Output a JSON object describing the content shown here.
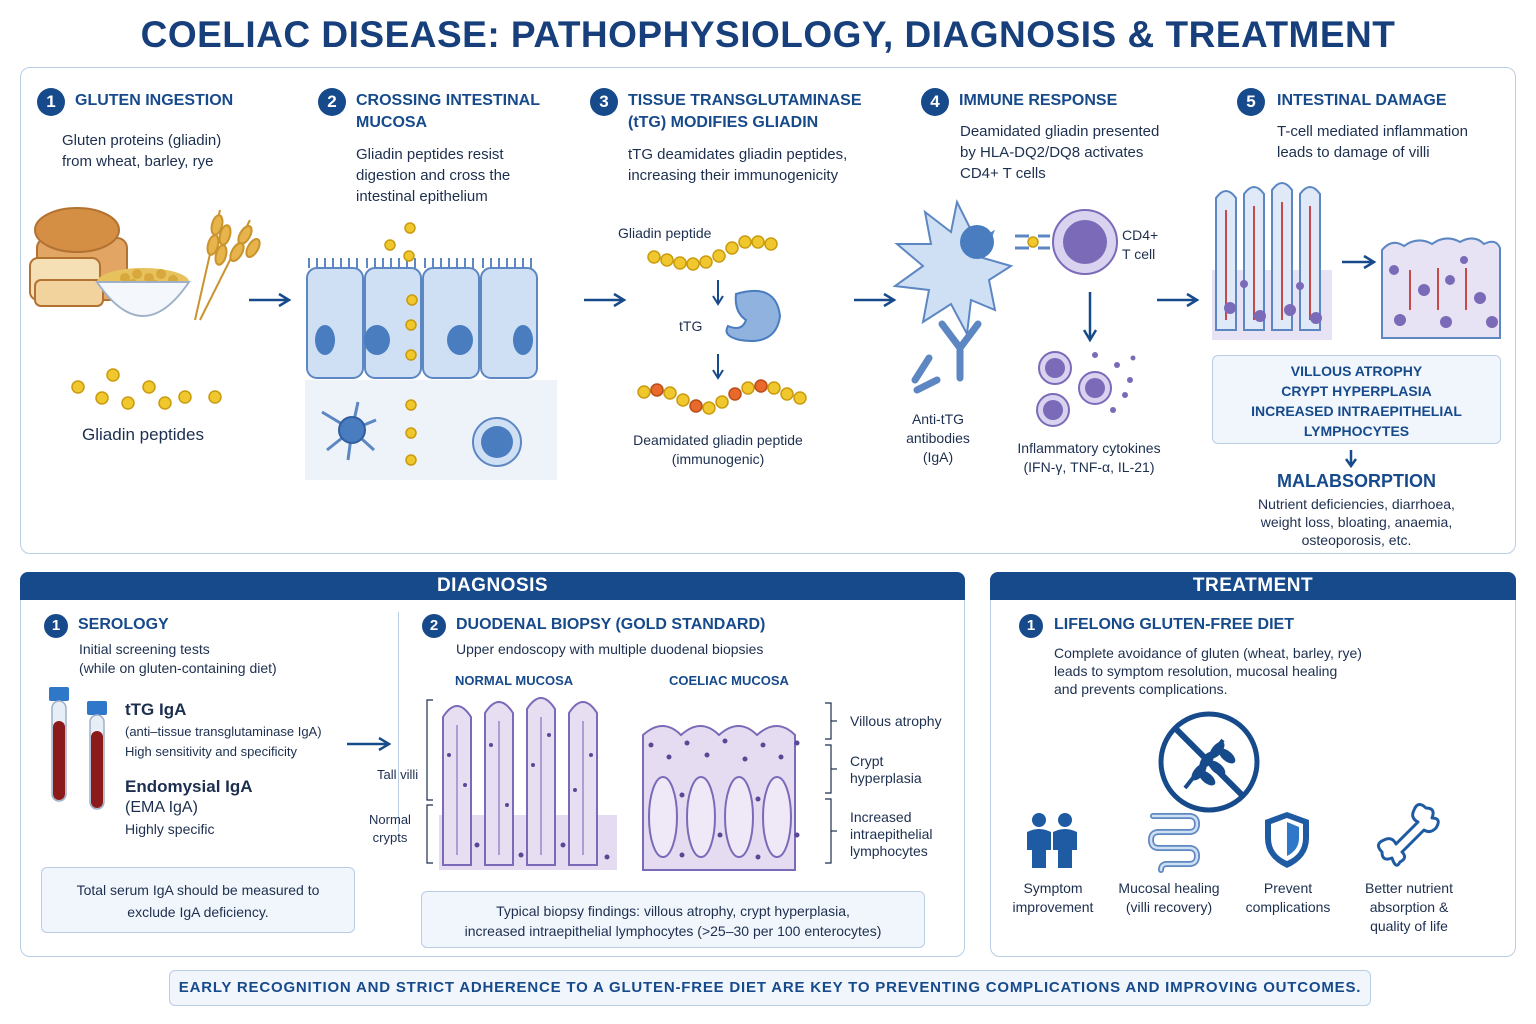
{
  "title": "COELIAC DISEASE: PATHOPHYSIOLOGY, DIAGNOSIS & TREATMENT",
  "colors": {
    "brand": "#174a8b",
    "border": "#b9cde4",
    "gold": "#e8b923",
    "cell": "#cfe0f5",
    "purple": "#7b6ab8",
    "blood": "#8b1a1a"
  },
  "steps": [
    {
      "num": "1",
      "title": "GLUTEN INGESTION",
      "desc_lines": [
        "Gluten proteins (gliadin)",
        "from wheat, barley, rye"
      ],
      "label": "Gliadin peptides"
    },
    {
      "num": "2",
      "title_lines": [
        "CROSSING INTESTINAL",
        "MUCOSA"
      ],
      "desc_lines": [
        "Gliadin peptides resist",
        "digestion and cross the",
        "intestinal epithelium"
      ]
    },
    {
      "num": "3",
      "title_lines": [
        "TISSUE TRANSGLUTAMINASE",
        "(tTG) MODIFIES GLIADIN"
      ],
      "desc_lines": [
        "tTG deamidates gliadin peptides,",
        "increasing their immunogenicity"
      ],
      "peptide_label": "Gliadin peptide",
      "ttg_label": "tTG",
      "out_lines": [
        "Deamidated gliadin peptide",
        "(immunogenic)"
      ]
    },
    {
      "num": "4",
      "title": "IMMUNE RESPONSE",
      "desc_lines": [
        "Deamidated gliadin presented",
        "by HLA-DQ2/DQ8 activates",
        "CD4+ T cells"
      ],
      "tcell_lines": [
        "CD4+",
        "T cell"
      ],
      "antibody_lines": [
        "Anti-tTG",
        "antibodies",
        "(IgA)"
      ],
      "cytokine_lines": [
        "Inflammatory cytokines",
        "(IFN-γ, TNF-α, IL-21)"
      ]
    },
    {
      "num": "5",
      "title": "INTESTINAL DAMAGE",
      "desc_lines": [
        "T-cell mediated inflammation",
        "leads to damage of villi"
      ],
      "findings_lines": [
        "VILLOUS ATROPHY",
        "CRYPT HYPERPLASIA",
        "INCREASED INTRAEPITHELIAL",
        "LYMPHOCYTES"
      ],
      "outcome_title": "MALABSORPTION",
      "outcome_lines": [
        "Nutrient deficiencies, diarrhoea,",
        "weight loss, bloating, anaemia,",
        "osteoporosis, etc."
      ]
    }
  ],
  "diagnosis": {
    "header": "DIAGNOSIS",
    "serology": {
      "num": "1",
      "title": "SEROLOGY",
      "desc_lines": [
        "Initial screening tests",
        "(while on gluten-containing diet)"
      ],
      "tests": [
        {
          "name": "tTG IgA",
          "lines": [
            "(anti–tissue transglutaminase IgA)",
            "High sensitivity and specificity"
          ]
        },
        {
          "name_lines": [
            "Endomysial IgA",
            "(EMA IgA)"
          ],
          "lines": [
            "Highly specific"
          ]
        }
      ],
      "note_lines": [
        "Total serum IgA should be measured to",
        "exclude IgA deficiency."
      ]
    },
    "biopsy": {
      "num": "2",
      "title": "DUODENAL BIOPSY (GOLD STANDARD)",
      "desc": "Upper endoscopy with multiple duodenal biopsies",
      "normal_label": "NORMAL MUCOSA",
      "coeliac_label": "COELIAC MUCOSA",
      "left_labels": [
        "Tall villi",
        "Normal crypts"
      ],
      "right_labels": [
        "Villous atrophy",
        "Crypt hyperplasia",
        "Increased intraepithelial lymphocytes"
      ],
      "note_lines": [
        "Typical biopsy findings: villous atrophy, crypt hyperplasia,",
        "increased intraepithelial lymphocytes (>25–30 per 100 enterocytes)"
      ]
    }
  },
  "treatment": {
    "header": "TREATMENT",
    "num": "1",
    "title": "LIFELONG GLUTEN-FREE DIET",
    "desc_lines": [
      "Complete avoidance of gluten (wheat, barley, rye)",
      "leads to symptom resolution, mucosal healing",
      "and prevents complications."
    ],
    "benefits": [
      {
        "icon": "people-icon",
        "lines": [
          "Symptom",
          "improvement"
        ]
      },
      {
        "icon": "intestine-icon",
        "lines": [
          "Mucosal healing",
          "(villi recovery)"
        ]
      },
      {
        "icon": "shield-icon",
        "lines": [
          "Prevent",
          "complications"
        ]
      },
      {
        "icon": "bone-icon",
        "lines": [
          "Better nutrient",
          "absorption &",
          "quality of life"
        ]
      }
    ]
  },
  "footer": "EARLY RECOGNITION AND STRICT ADHERENCE TO A GLUTEN-FREE DIET ARE KEY TO PREVENTING COMPLICATIONS AND IMPROVING OUTCOMES."
}
